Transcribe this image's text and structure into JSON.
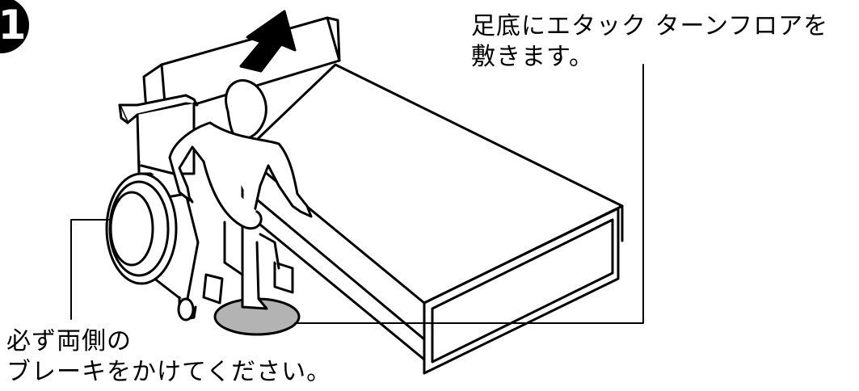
{
  "step": {
    "number": "1"
  },
  "callouts": {
    "turn_floor": {
      "line1": "足底にエタック ターンフロアを",
      "line2": "敷きます。"
    },
    "brakes": {
      "line1": "必ず両側の",
      "line2": "ブレーキをかけてください。"
    }
  },
  "colors": {
    "ink": "#000000",
    "floor_mat": "#b3b3b3",
    "paper": "#ffffff"
  },
  "icons": {
    "step_badge": "circled-number-1",
    "direction": "up-arrow"
  }
}
